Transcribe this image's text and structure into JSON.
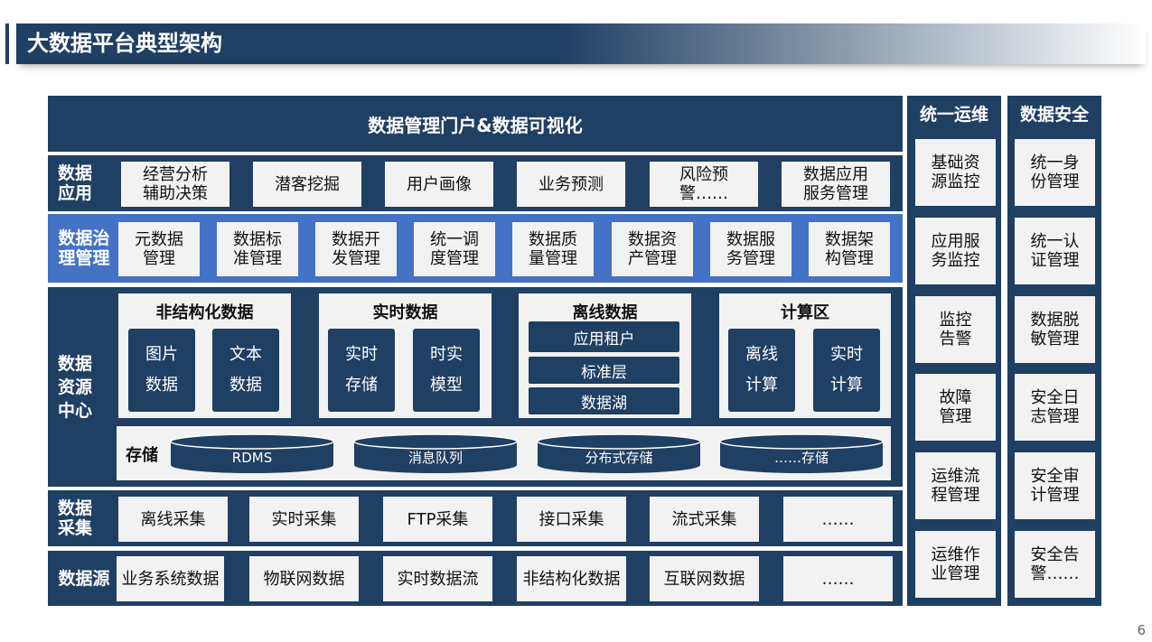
{
  "title": "大数据平台典型架构",
  "page_number": "6",
  "portal": "数据管理门户&数据可视化",
  "app": {
    "label": "数据\n应用",
    "items": [
      "经营分析\n辅助决策",
      "潜客挖掘",
      "用户画像",
      "业务预测",
      "风险预\n警……",
      "数据应用\n服务管理"
    ]
  },
  "gov": {
    "label": "数据治\n理管理",
    "items": [
      "元数据\n管理",
      "数据标\n准管理",
      "数据开\n发管理",
      "统一调\n度管理",
      "数据质\n量管理",
      "数据资\n产管理",
      "数据服\n务管理",
      "数据架\n构管理"
    ]
  },
  "res": {
    "label": "数据\n资源\n中心",
    "unstructured": {
      "title": "非结构化数据",
      "items": [
        "图片\n数据",
        "文本\n数据"
      ]
    },
    "realtime": {
      "title": "实时数据",
      "items": [
        "实时\n存储",
        "时实\n模型"
      ]
    },
    "offline": {
      "title": "离线数据",
      "items": [
        "应用租户",
        "标准层",
        "数据湖"
      ]
    },
    "compute": {
      "title": "计算区",
      "items": [
        "离线\n计算",
        "实时\n计算"
      ]
    },
    "storage": {
      "label": "存储",
      "items": [
        "RDMS",
        "消息队列",
        "分布式存储",
        "……存储"
      ]
    }
  },
  "collect": {
    "label": "数据\n采集",
    "items": [
      "离线采集",
      "实时采集",
      "FTP采集",
      "接口采集",
      "流式采集",
      "……"
    ]
  },
  "source": {
    "label": "数据源",
    "items": [
      "业务系统数据",
      "物联网数据",
      "实时数据流",
      "非结构化数据",
      "互联网数据",
      "……"
    ]
  },
  "ops": {
    "title": "统一运维",
    "items": [
      "基础资\n源监控",
      "应用服\n务监控",
      "监控\n告警",
      "故障\n管理",
      "运维流\n程管理",
      "运维作\n业管理"
    ]
  },
  "security": {
    "title": "数据安全",
    "items": [
      "统一身\n份管理",
      "统一认\n证管理",
      "数据脱\n敏管理",
      "安全日\n志管理",
      "安全审\n计管理",
      "安全告\n警……"
    ]
  },
  "colors": {
    "navy": "#1f3f63",
    "governance_blue": "#4472c4",
    "cell": "#f2f2f2"
  }
}
